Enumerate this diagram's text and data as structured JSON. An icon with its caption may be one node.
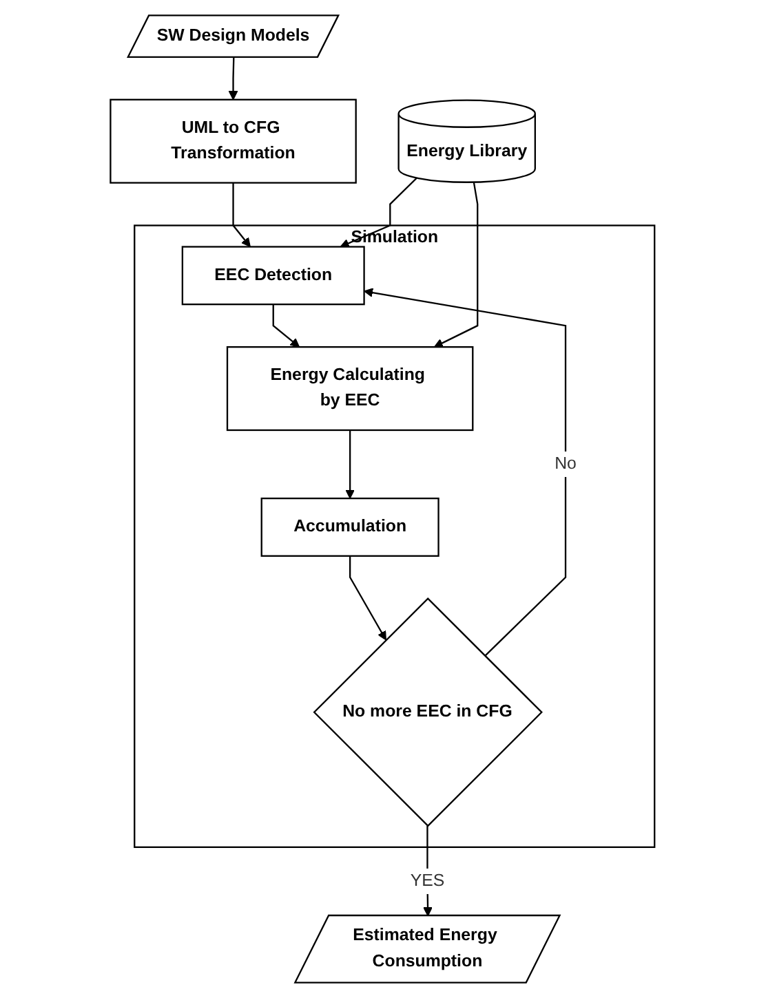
{
  "diagram": {
    "nodes": [
      {
        "text": [
          "SW Design Models"
        ]
      },
      {
        "text": [
          "UML to CFG Transformation"
        ]
      },
      {
        "text": [
          "Simulation"
        ]
      },
      {
        "text": [
          "EEC Detection"
        ],
        "in": 2
      },
      {
        "text": [
          "Energy Calculating by EEC"
        ],
        "in": 2
      },
      {
        "text": [
          "Accumulation"
        ],
        "in": 2
      },
      {
        "text": [
          "No more EEC in CFG"
        ],
        "in": 2
      },
      {
        "text": [
          "Energy Library"
        ]
      },
      {
        "text": [
          "Estimated Energy Consumption"
        ]
      }
    ],
    "edges": [
      {
        "from": 0,
        "to": 1,
        "arrow": "to"
      },
      {
        "from": 1,
        "to": 3,
        "arrow": "to"
      },
      {
        "from": 3,
        "to": 4,
        "arrow": "to"
      },
      {
        "from": 4,
        "to": 5,
        "arrow": "to"
      },
      {
        "from": 5,
        "to": 6,
        "arrow": "to"
      },
      {
        "from": 6,
        "to": 3,
        "label": "No",
        "arrow": "to"
      },
      {
        "from": 6,
        "to": 8,
        "label": "YES",
        "arrow": "to"
      },
      {
        "from": 7,
        "to": 3,
        "arrow": "to"
      },
      {
        "from": 7,
        "to": 4,
        "arrow": "to"
      }
    ]
  }
}
